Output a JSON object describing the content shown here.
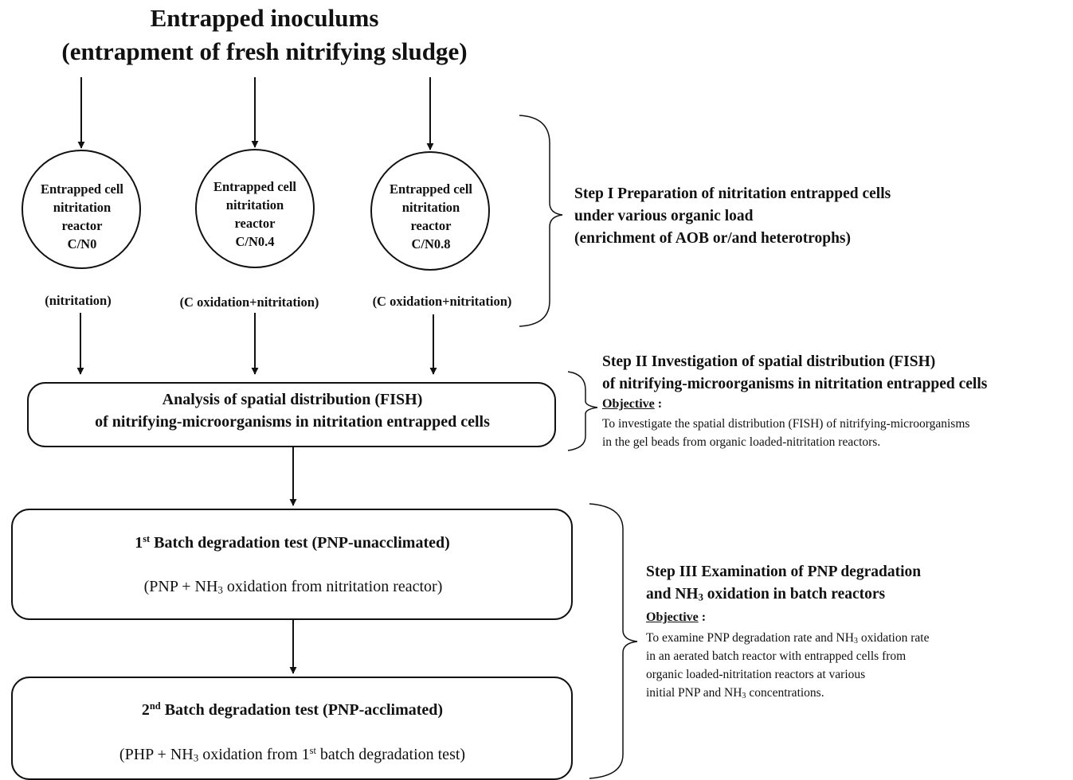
{
  "title": {
    "line1": "Entrapped inoculums",
    "line2": "(entrapment of fresh nitrifying sludge)"
  },
  "reactors": [
    {
      "line1": "Entrapped cell",
      "line2": "nitritation",
      "line3": "reactor",
      "line4": "C/N0",
      "process": "(nitritation)"
    },
    {
      "line1": "Entrapped cell",
      "line2": "nitritation",
      "line3": "reactor",
      "line4": "C/N0.4",
      "process": "(C oxidation+nitritation)"
    },
    {
      "line1": "Entrapped cell",
      "line2": "nitritation",
      "line3": "reactor",
      "line4": "C/N0.8",
      "process": "(C oxidation+nitritation)"
    }
  ],
  "fish_box": {
    "line1": "Analysis of spatial distribution (FISH)",
    "line2": "of nitrifying-microorganisms in nitritation entrapped cells"
  },
  "batch1": {
    "ordinal": "1",
    "ordinal_sup": "st",
    "title": " Batch degradation test (PNP-unacclimated)",
    "sub_a": "(PNP + NH",
    "sub_sub": "3",
    "sub_b": " oxidation from nitritation reactor)"
  },
  "batch2": {
    "ordinal": "2",
    "ordinal_sup": "nd",
    "title": "  Batch degradation test (PNP-acclimated)",
    "sub_a": "(PHP + NH",
    "sub_sub": "3",
    "sub_b": " oxidation from 1",
    "sub_sup": "st",
    "sub_c": " batch degradation test)"
  },
  "step1": {
    "line1": "Step I Preparation of nitritation entrapped cells",
    "line2": "under various organic load",
    "line3": "(enrichment of AOB or/and heterotrophs)"
  },
  "step2": {
    "line1": "Step II Investigation of spatial distribution (FISH)",
    "line2": "of nitrifying-microorganisms in nitritation entrapped cells",
    "objective_label": "Objective",
    "objective_colon": " :",
    "text1": "To investigate the spatial distribution (FISH) of nitrifying-microorganisms",
    "text2": "in the gel beads from organic loaded-nitritation reactors."
  },
  "step3": {
    "line1": "Step III  Examination of PNP degradation",
    "line2a": "and NH",
    "line2_sub": "3",
    "line2b": " oxidation in batch reactors",
    "objective_label": "Objective",
    "objective_colon": " :",
    "text1a": "To examine PNP degradation rate and NH",
    "text1_sub": "3",
    "text1b": " oxidation rate",
    "text2": "in an aerated batch reactor with entrapped cells from",
    "text3": "organic loaded-nitritation reactors at various",
    "text4a": "initial PNP and NH",
    "text4_sub": "3",
    "text4b": " concentrations."
  }
}
